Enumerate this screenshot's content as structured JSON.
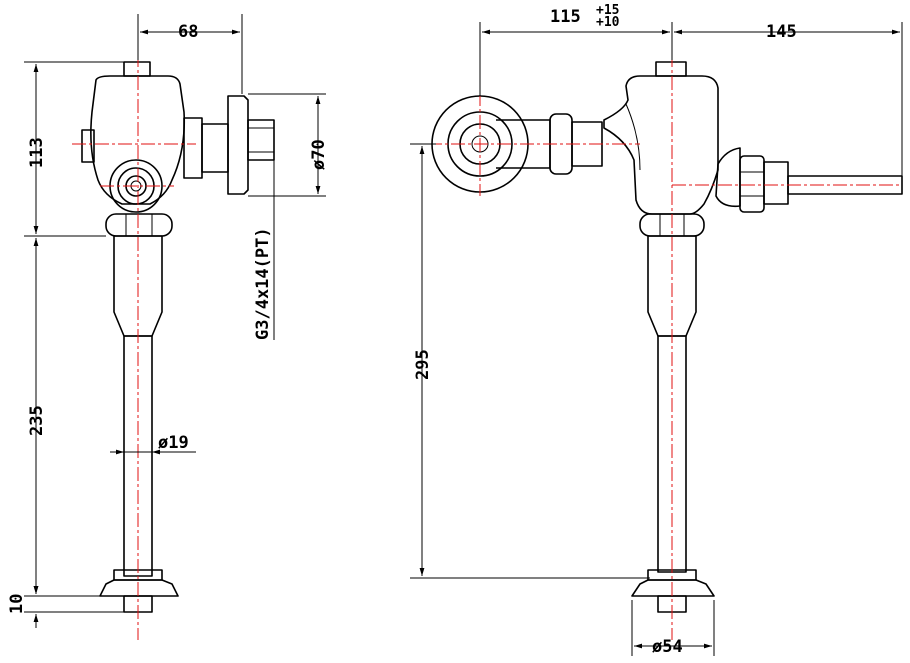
{
  "dimensions": {
    "width_68": "68",
    "height_113": "113",
    "height_235": "235",
    "height_10": "10",
    "dia_19": "ø19",
    "dia_70": "ø70",
    "thread": "G3/4x14(PT)",
    "length_115": "115",
    "tol_upper": "+15",
    "tol_lower": "+10",
    "length_145": "145",
    "height_295": "295",
    "dia_54": "ø54"
  },
  "colors": {
    "centerline": "#e01010",
    "outline": "#000000"
  }
}
